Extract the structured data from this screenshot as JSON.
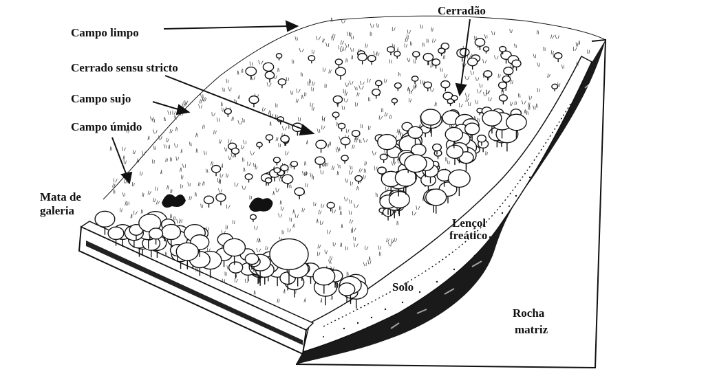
{
  "labels": {
    "campo_limpo": "Campo limpo",
    "cerrado_sensu_stricto": "Cerrado sensu stricto",
    "campo_sujo": "Campo sujo",
    "campo_umido": "Campo úmido",
    "mata_line1": "Mata de",
    "mata_line2": "galeria",
    "cerradao": "Cerradão",
    "lencol_line1": "Lençol",
    "lencol_line2": "freático",
    "solo": "Solo",
    "rocha_line1": "Rocha",
    "rocha_line2": "matriz"
  },
  "colors": {
    "ink": "#111111",
    "paper": "#ffffff"
  }
}
